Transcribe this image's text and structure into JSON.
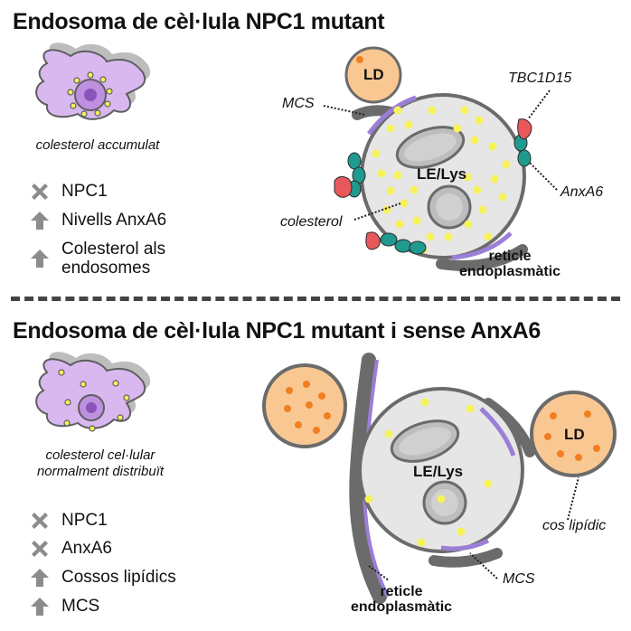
{
  "top": {
    "title": "Endosoma de cèl·lula NPC1 mutant",
    "cell_caption": "colesterol accumulat",
    "items": [
      {
        "icon": "x-icon",
        "text": "NPC1"
      },
      {
        "icon": "up-arrow-icon",
        "text": "Nivells AnxA6"
      },
      {
        "icon": "up-arrow-icon",
        "text": "Colesterol als\nendosomes"
      }
    ],
    "labels": {
      "ld": "LD",
      "mcs": "MCS",
      "tbc1d15": "TBC1D15",
      "endosome": "LE/Lys",
      "anxa6": "AnxA6",
      "cholesterol": "colesterol",
      "er": "reticle\nendoplasmàtic"
    }
  },
  "bottom": {
    "title": "Endosoma de cèl·lula NPC1 mutant i sense AnxA6",
    "cell_caption": "colesterol cel·lular\nnormalment distribuït",
    "items": [
      {
        "icon": "x-icon",
        "text": "NPC1"
      },
      {
        "icon": "x-icon",
        "text": "AnxA6"
      },
      {
        "icon": "up-arrow-icon",
        "text": "Cossos lipídics"
      },
      {
        "icon": "up-arrow-icon",
        "text": "MCS"
      }
    ],
    "labels": {
      "ld": "LD",
      "endosome": "LE/Lys",
      "lipid_body": "cos lipídic",
      "mcs": "MCS",
      "er": "reticle\nendoplasmàtic"
    }
  },
  "colors": {
    "membrane_gray": "#6b6b6b",
    "endosome_fill": "#e6e6e6",
    "mcs_purple": "#9b7fd6",
    "cholesterol_yellow": "#f6f25a",
    "lipid_droplet": "#f9c892",
    "lipid_dot": "#f07f22",
    "anxa6_teal": "#1f9a8f",
    "tbc1d15_red": "#e8575a",
    "cell_purple": "#d9b8f0",
    "icon_gray": "#8c8c8c"
  }
}
